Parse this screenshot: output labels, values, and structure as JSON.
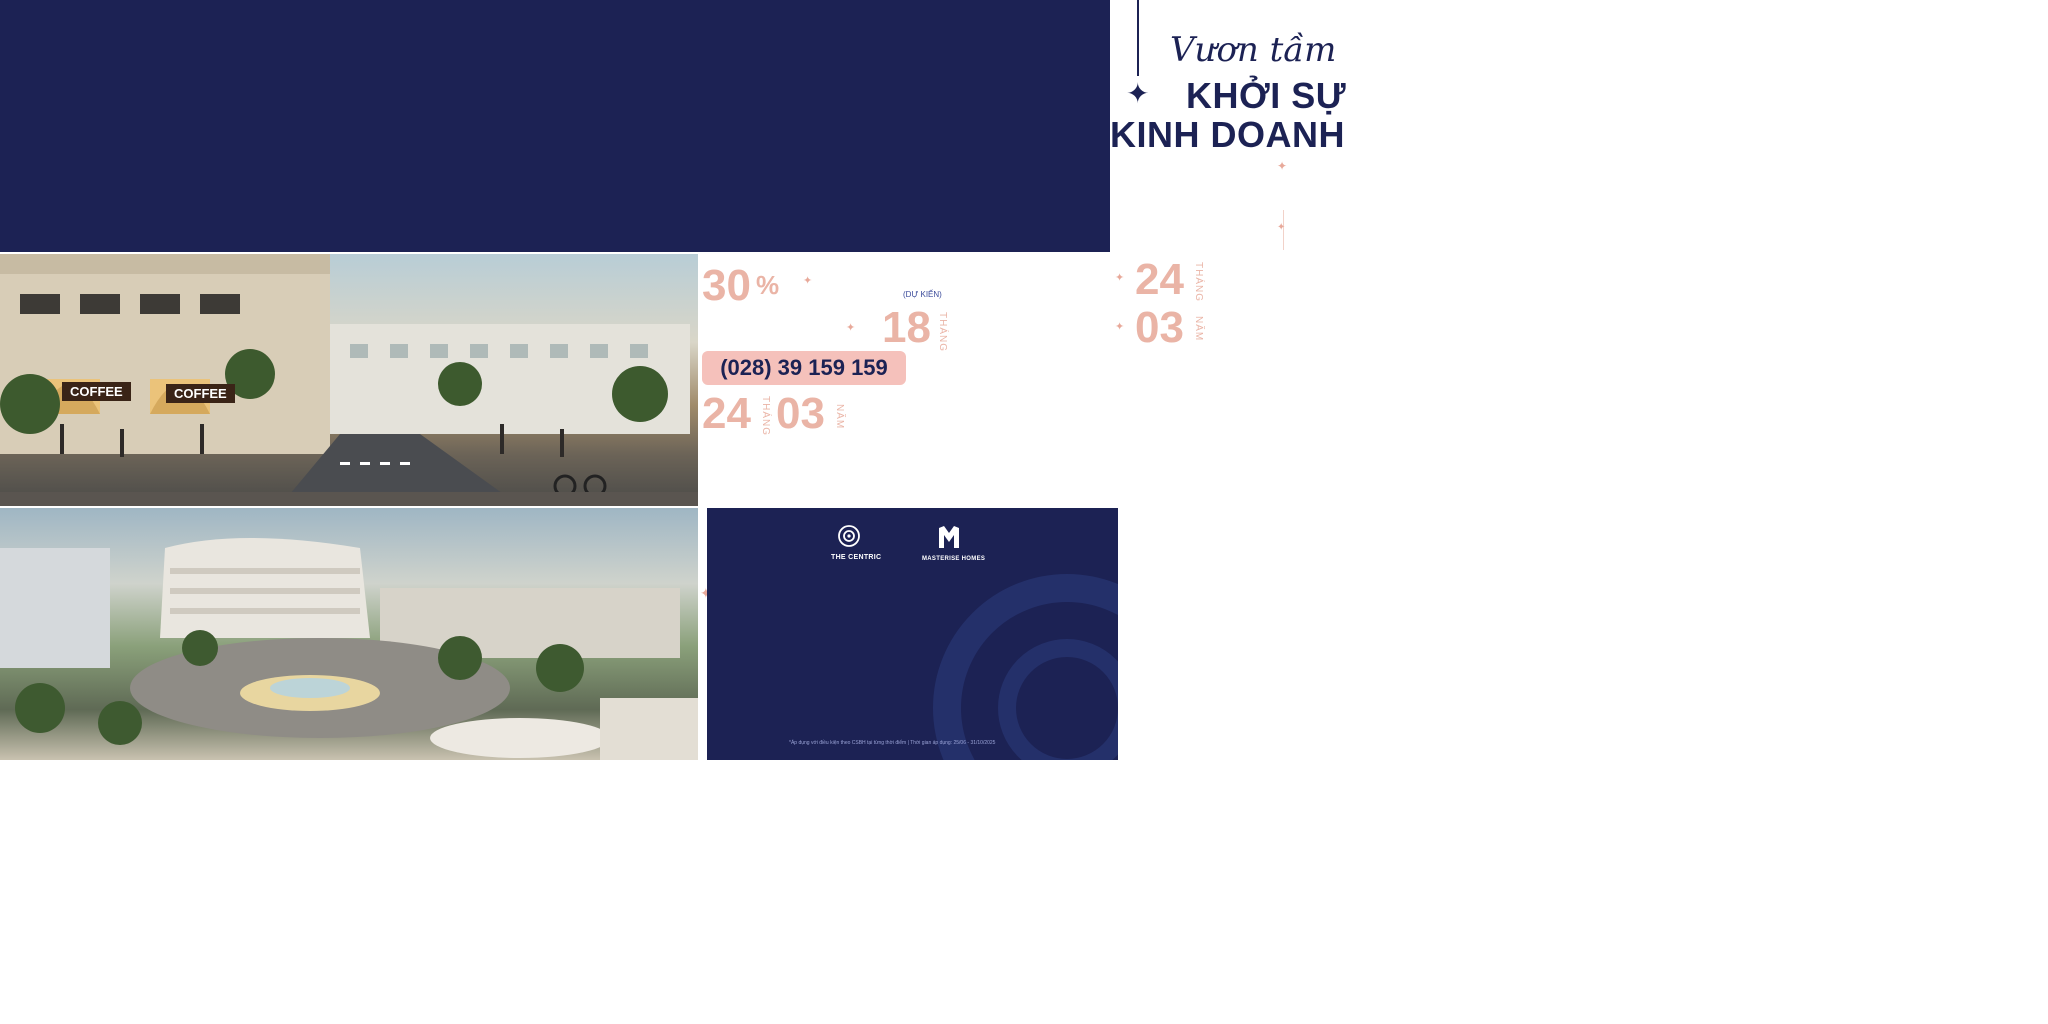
{
  "headline": {
    "script": "Vươn tầm",
    "line1": "KHỞI SỰ",
    "line2": "KINH DOANH"
  },
  "stats": {
    "percent_value": "30",
    "percent_sign": "%",
    "du_kien": "(DỰ KIẾN)",
    "months_18": "18",
    "months_label": "THÁNG",
    "right_24": "24",
    "right_24_label": "THÁNG",
    "right_03": "03",
    "right_03_label": "NĂM",
    "bottom_24": "24",
    "bottom_24_label": "THÁNG",
    "bottom_03": "03",
    "bottom_03_label": "NĂM"
  },
  "phone": "(028) 39 159 159",
  "photos": {
    "shop_sign_1": "COFFEE",
    "shop_sign_2": "COFFEE"
  },
  "logos": {
    "left": "THE CENTRIC",
    "right": "MASTERISE HOMES"
  },
  "disclaimer": "*Áp dụng với điều kiện theo CSBH tại từng thời điểm   |   Thời gian áp dụng: 25/06 - 31/10/2025",
  "colors": {
    "navy": "#1c2254",
    "accent_pink": "#eab4a6",
    "pill_pink": "#f5c1bb"
  }
}
